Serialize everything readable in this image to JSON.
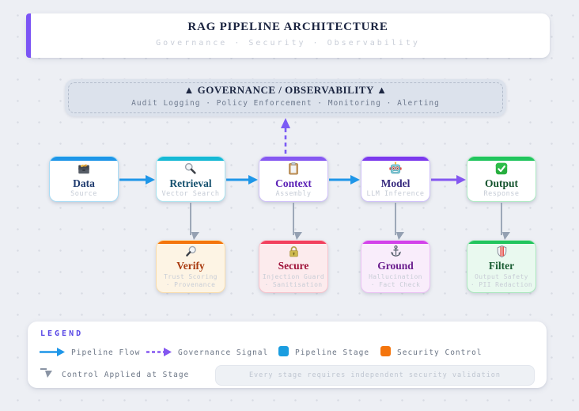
{
  "header": {
    "title": "RAG PIPELINE ARCHITECTURE",
    "subtitle": "Governance · Security · Observability",
    "accent_color": "#7b54f5"
  },
  "governance": {
    "title": "▲ GOVERNANCE / OBSERVABILITY ▲",
    "subtitle": "Audit Logging · Policy Enforcement · Monitoring · Alerting"
  },
  "pipeline": {
    "flow_arrow_color": "#1e96e8",
    "governance_signal_color": "#7b5bf5",
    "stages": [
      {
        "title": "Data",
        "subtitle": "Source",
        "icon": "card-file-box-icon",
        "bar_color": "#1e96e8",
        "border_color": "#a9dcf5",
        "title_color": "#1e3a6e"
      },
      {
        "title": "Retrieval",
        "subtitle": "Vector Search",
        "icon": "magnifier-icon",
        "bar_color": "#17b9d5",
        "border_color": "#ace4ef",
        "title_color": "#14506e"
      },
      {
        "title": "Context",
        "subtitle": "Assembly",
        "icon": "clipboard-icon",
        "bar_color": "#8659f1",
        "border_color": "#cfc0f8",
        "title_color": "#5b21b6"
      },
      {
        "title": "Model",
        "subtitle": "LLM Inference",
        "icon": "robot-icon",
        "bar_color": "#7c3aed",
        "border_color": "#cfc0f8",
        "title_color": "#372a7e"
      },
      {
        "title": "Output",
        "subtitle": "Response",
        "icon": "check-mark-icon",
        "bar_color": "#22c55e",
        "border_color": "#aeeac3",
        "title_color": "#14532d"
      }
    ]
  },
  "controls": [
    {
      "title": "Verify",
      "subtitle_line1": "Trust Scoring",
      "subtitle_line2": "· Provenance",
      "icon": "magnifier-tilted-icon",
      "bar_color": "#f4750d",
      "bg_color": "#fdf4e4",
      "title_color": "#a93b10"
    },
    {
      "title": "Secure",
      "subtitle_line1": "Injection Guard",
      "subtitle_line2": "· Sanitisation",
      "icon": "lock-icon",
      "bar_color": "#f2415e",
      "bg_color": "#fcebed",
      "title_color": "#9f1239"
    },
    {
      "title": "Ground",
      "subtitle_line1": "Hallucination",
      "subtitle_line2": "· Fact Check",
      "icon": "anchor-icon",
      "bar_color": "#d343ea",
      "bg_color": "#f9edfb",
      "title_color": "#6b1f8e"
    },
    {
      "title": "Filter",
      "subtitle_line1": "Output Safety",
      "subtitle_line2": "· PII Redaction",
      "icon": "shield-icon",
      "bar_color": "#22c55e",
      "bg_color": "#e9f9ef",
      "title_color": "#1b5e34"
    }
  ],
  "legend": {
    "heading": "LEGEND",
    "pipeline_flow": "Pipeline Flow",
    "governance_signal": "Governance Signal",
    "pipeline_stage": "Pipeline Stage",
    "security_control": "Security Control",
    "control_applied": "Control Applied at Stage",
    "note": "Every stage requires independent security validation",
    "pipeline_stage_color": "#1a9de0",
    "security_control_color": "#f4750d"
  }
}
